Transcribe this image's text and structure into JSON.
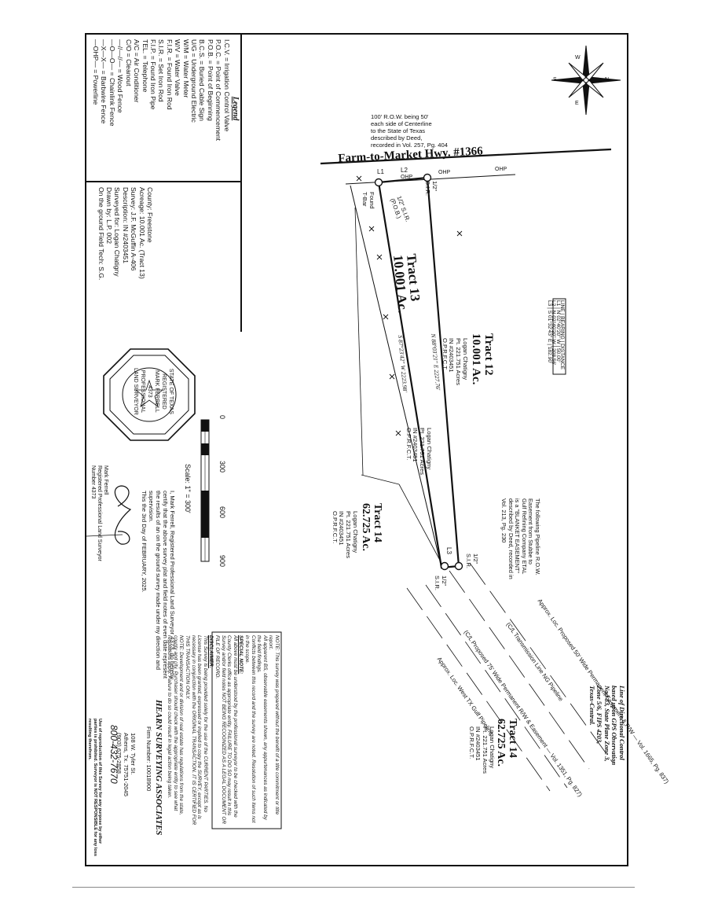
{
  "legend": {
    "title": "Legend",
    "items": [
      "I.C.V. = Irrigation Control Valve",
      "P.O.C. = Point of Commencement",
      "P.O.B. = Point of Beginning",
      "B.C.S. = Buried Cable Sign",
      "U/G = Underground Electric",
      "W/M = Water Meter",
      "W/V = Water Valve",
      "F.I.R. = Found Iron Rod",
      "S.I.R. = Set Iron Rod",
      "F.I.P. = Found Iron Pipe",
      "TEL. = Telephone",
      "A/C = Air Conditioner",
      "C/O = Cleanout",
      "—//—//— = Wood Fence",
      "—O—O— = Chainlink Fence",
      "—X—X— = Barbwire Fence",
      "—OHP— = Powerline"
    ]
  },
  "info": [
    "County: Freestone",
    "Acreage: 10.001 Ac. (Tract 13)",
    "Survey: J.F. McGuffin A-406",
    "Description: IN #2403451",
    "Surveyed for: Logan Chatigny",
    "Drawn by: L.P. 002",
    "On the ground Field Tech: S.G."
  ],
  "road": {
    "name": "Farm-to-Market Hwy. #1366",
    "row_note": [
      "100' R.O.W. being 50'",
      "each side of Centerline",
      "to the State of Texas",
      "described by Deed,",
      "recorded in Vol. 257, Pg. 404"
    ]
  },
  "labels": {
    "l1": "L1",
    "l2": "L2",
    "l3": "L3",
    "found_tbar": [
      "Found",
      "T-Bar"
    ],
    "sir_half_top": [
      "1/2\"",
      "S.I.R."
    ],
    "pob": [
      "1/2\" S.I.R.",
      "(P.O.B.)"
    ],
    "sir_half_bottom_a": [
      "1/2\"",
      "S.I.R."
    ],
    "sir_half_bottom_b": [
      "1/2\"",
      "S.I.R."
    ],
    "ohp1": "OHP",
    "ohp2": "OHP",
    "ohp3": "OHP",
    "bearing_north": "N 88°03'21\" E 2227.76'",
    "bearing_south": "S 87°23'42\" W 2223.98'"
  },
  "tract13": {
    "name": "Tract 13",
    "acres": "10.001 Ac."
  },
  "tract12": {
    "name": "Tract 12",
    "acres": "10.001 Ac.",
    "owner": [
      "Logan Chatigny",
      "Pt. 221.751 Acres",
      "IN #2403451",
      "O.P.R.F.C.T."
    ]
  },
  "owner_mid": [
    "Logan Chatigny",
    "Pt. 221.751 Acres",
    "IN #2403451",
    "O.P.R.F.C.T."
  ],
  "tract14a": {
    "name": "Tract 14",
    "acres": "62.725 Ac.",
    "owner": [
      "Logan Chatigny",
      "Pt. 221.751 Acres",
      "IN #2403451",
      "O.P.R.F.C.T."
    ]
  },
  "tract14b": {
    "name": "Tract 14",
    "acres": "62.725 Ac.",
    "owner": [
      "Logan Chatigny",
      "Pt. 221.751 Acres",
      "IN #2403451",
      "O.P.R.F.C.T."
    ]
  },
  "line_table": {
    "headers": [
      "LINE",
      "BEARING",
      "DISTANCE"
    ],
    "rows": [
      [
        "L1",
        "N 02°40'20\" W",
        "50.00'"
      ],
      [
        "L2",
        "N 02°40'20\" W",
        "208.56'"
      ],
      [
        "L3",
        "S 01°32'43\" E",
        "182.90'"
      ]
    ]
  },
  "easements": {
    "gulf_note": [
      "The following Pipeline R.O.W.",
      "Easement from Stubbe to",
      "Gulf Refining Company ETAL",
      "is a \"BLANKET EASEMENT\"",
      "described by Deed, recorded in",
      "Vol. 213, Pg. 230"
    ],
    "pipeline_a": "Approx. Loc. Proposed 50' Wide Permanent Easement & R/W — Vol. 1665, Pg. 837)",
    "pipeline_a2": "(C/L Transmission Line NG Pipeline",
    "pipeline_b": "(C/L Proposed 75' Wide Permanent R/W & Easement — Vol. 1351, Pg. 827)",
    "pipeline_b2": "Approx. Loc. West TX Gulf Pipeline"
  },
  "control_note": [
    "Line of Directional Control",
    "based upon GPS Observation",
    "Nad 83, State Plane Zone 3,",
    "Zone 5/6, FIPS 4203,",
    "Texas-Central."
  ],
  "north": {
    "n": "N",
    "s": "S",
    "e": "E",
    "w": "W"
  },
  "scale": {
    "ticks": [
      "0",
      "300",
      "600",
      "900"
    ],
    "text": "Scale: 1\" = 300'"
  },
  "seal": {
    "text": [
      "STATE OF TEXAS",
      "REGISTERED",
      "MARK FERRELL",
      "4373",
      "PROFESSIONAL",
      "LAND SURVEYOR"
    ]
  },
  "certification": [
    "I, Mark Ferrell, Registered Professional Land Surveyor 4373, do hereby",
    "certify that the above survey plat and field notes of even date represent",
    "the results of an on the ground survey made under my direction and",
    "supervision.",
    "This the 3rd Day of FEBRUARY, 2025."
  ],
  "signature_block": [
    "Mark Ferrell",
    "Registered Professional Land Surveyor",
    "Number 4373"
  ],
  "notes": [
    "NOTE: This survey was prepared without the benefit of a title commitment or title report.",
    "All apparent BS, observable easements shown, any appurtenances as indicated by the field findings.",
    "Conflicts between this record and the survey are noted. Resolution of such items not in the scope.",
    "SPECIAL NOTE:",
    "All above must be understood by the professional surveyor to be checked with the County Clerks office as appropriate entity. FAILURE TO DO SO may result in this Survey and/or field notes NOT BEING RECOGNIZED AS A LEGAL DOCUMENT OR FILE OF RECORD.",
    "DISCLAIMER:",
    "This Survey is being provided solely for the use of the CURRENT PARTIES. No License has been granted, expressed or implied to copy the SURVEY, except as is necessary in conjunction with the ORIGINAL TRANSACTION. IT IS CERTIFIED FOR THIS TRANSACTION ONLY.",
    "NOTE: Development and or division of real estate has regulations from the state, county and city. Purchaser should check with the appropriate entity to see what regulations apply. Failure to do so could result in legal action being taken."
  ],
  "company": {
    "name": "HEARN SURVEYING ASSOCIATES",
    "firm": "Firm Number: 10018900",
    "address": [
      "108 W. Tyler St.",
      "Athens, Tx. 75751-2045",
      "(903) 675-2858"
    ],
    "phone": "800-432-7670",
    "disclaimer": [
      "Use of reproduction of this Survey for any purpose by other",
      "parties is prohibited. Surveyor is NOT RESPONSIBLE for any loss",
      "resulting therefrom."
    ]
  }
}
